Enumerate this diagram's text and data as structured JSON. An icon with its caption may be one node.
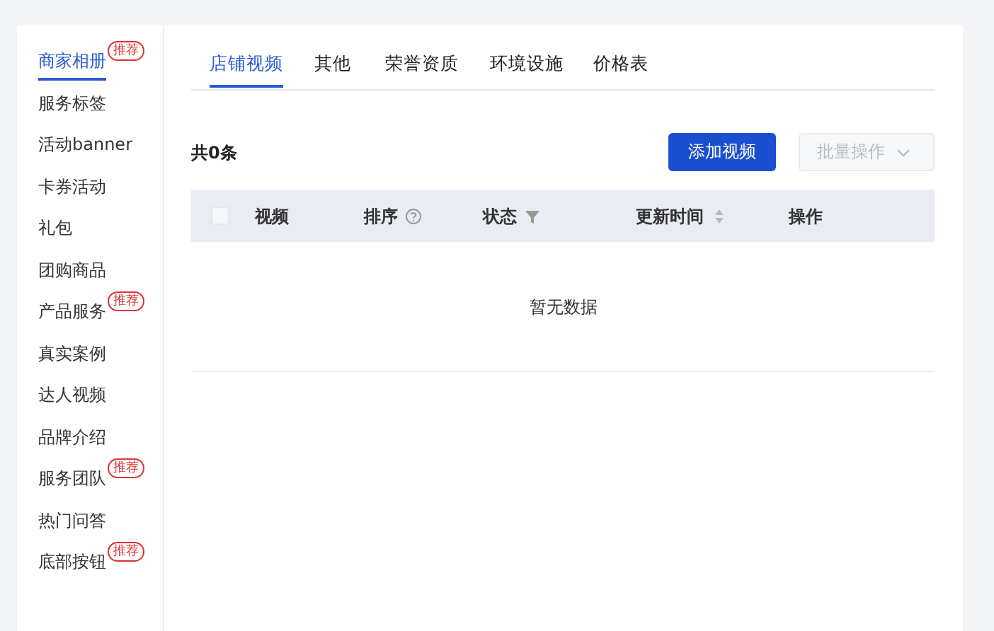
{
  "diagram": {
    "labels": [
      "商家相册",
      "推荐",
      "服务标签",
      "活动banner",
      "卡券活动",
      "礼包",
      "团购商品",
      "产品服务",
      "推荐",
      "真实案例",
      "达人视频",
      "品牌介绍",
      "服务团队",
      "推荐",
      "热门问答",
      "底部按钮",
      "推荐",
      "店铺视频",
      "其他",
      "荣誉资质",
      "环境设施",
      "价格表",
      "共0条",
      "添加视频",
      "批量操作",
      "视频",
      "排序",
      "状态",
      "更新时间",
      "操作",
      "暂无数据"
    ]
  }
}
